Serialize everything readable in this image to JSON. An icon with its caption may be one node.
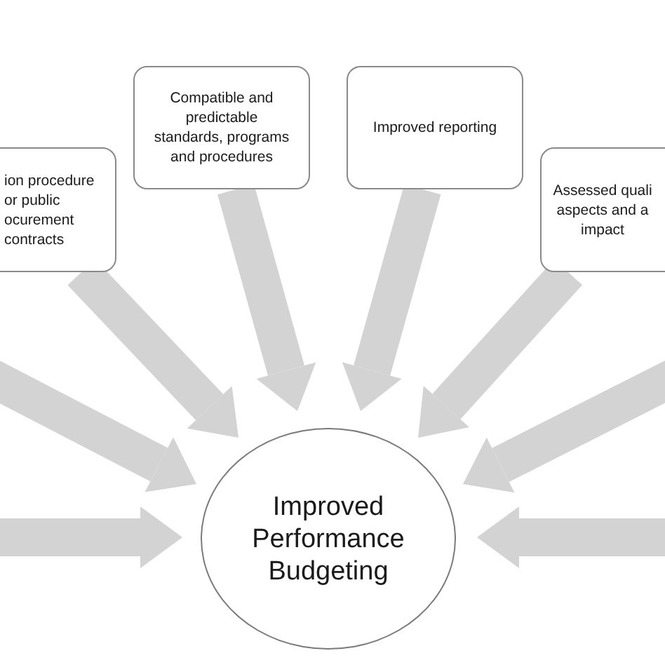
{
  "diagram": {
    "nodes": [
      {
        "text": [
          "ion procedure or public ocurement contracts"
        ]
      },
      {
        "text": [
          "Compatible and predictable standards, programs and procedures"
        ]
      },
      {
        "text": [
          "Improved reporting"
        ]
      },
      {
        "text": [
          "Assessed quali aspects and a impact"
        ]
      },
      {
        "text": [
          "Improved Performance Budgeting"
        ]
      }
    ],
    "edges": [
      {
        "from": 0,
        "to": 4,
        "arrow": "to"
      },
      {
        "from": 1,
        "to": 4,
        "arrow": "to"
      },
      {
        "from": 2,
        "to": 4,
        "arrow": "to"
      },
      {
        "from": 3,
        "to": 4,
        "arrow": "to"
      },
      {
        "from": null,
        "to": 4,
        "arrow": "to"
      },
      {
        "from": null,
        "to": 4,
        "arrow": "to"
      },
      {
        "from": null,
        "to": 4,
        "arrow": "to"
      },
      {
        "from": null,
        "to": 4,
        "arrow": "to"
      }
    ]
  }
}
